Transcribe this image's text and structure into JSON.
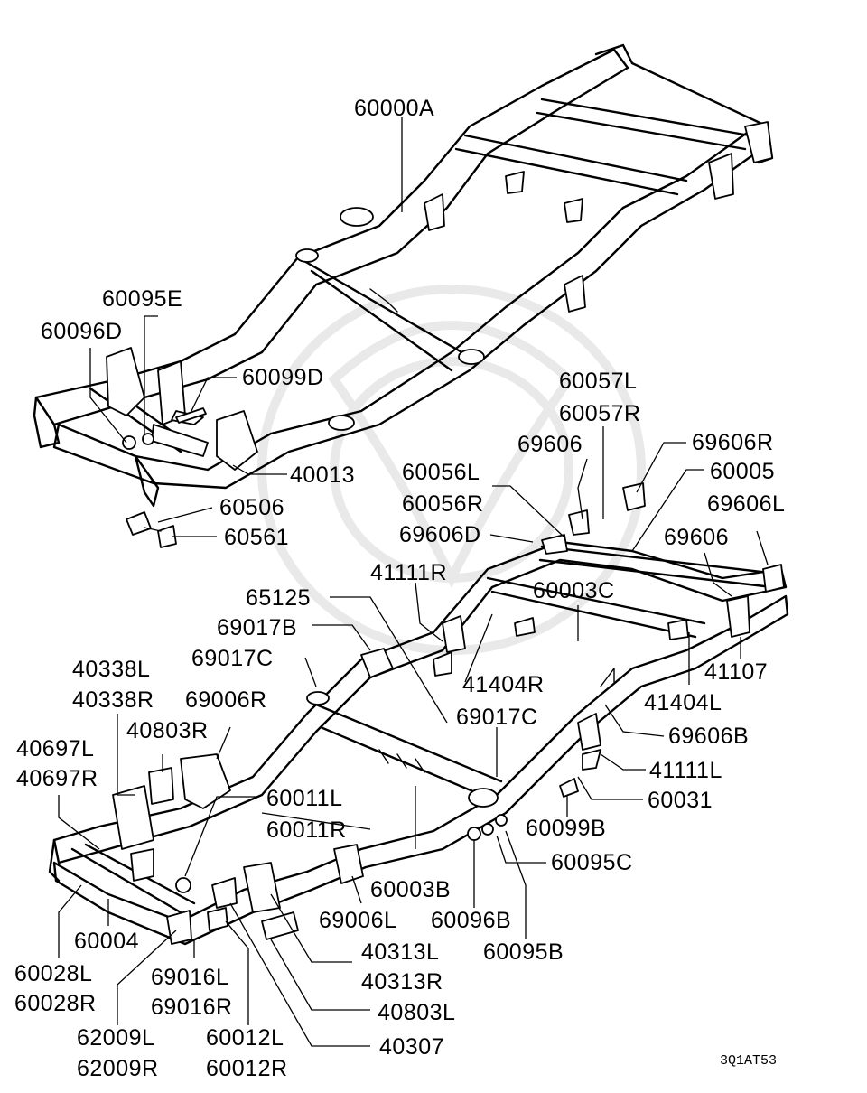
{
  "diagram_code": "3Q1AT53",
  "labels": {
    "p60000A": "60000A",
    "p60095E": "60095E",
    "p60096D": "60096D",
    "p60099D": "60099D",
    "p40013": "40013",
    "p60506": "60506",
    "p60561": "60561",
    "p60057L": "60057L",
    "p60057R": "60057R",
    "p69606a": "69606",
    "p69606R": "69606R",
    "p60005": "60005",
    "p60056L": "60056L",
    "p60056R": "60056R",
    "p69606L": "69606L",
    "p69606D": "69606D",
    "p69606b": "69606",
    "p41111R": "41111R",
    "p60003C": "60003C",
    "p65125": "65125",
    "p69017B": "69017B",
    "p41107": "41107",
    "p69017C": "69017C",
    "p41404R": "41404R",
    "p40338L": "40338L",
    "p41404L": "41404L",
    "p40338R": "40338R",
    "p69006R": "69006R",
    "p69017C2": "69017C",
    "p40803R": "40803R",
    "p69606B": "69606B",
    "p40697L": "40697L",
    "p41111L": "41111L",
    "p40697R": "40697R",
    "p60011L": "60011L",
    "p60031": "60031",
    "p60011R": "60011R",
    "p60099B": "60099B",
    "p60095C": "60095C",
    "p60003B": "60003B",
    "p60004": "60004",
    "p69006L": "69006L",
    "p60096B": "60096B",
    "p60028L": "60028L",
    "p40313L": "40313L",
    "p60095B": "60095B",
    "p69016L": "69016L",
    "p40313R": "40313R",
    "p60028R": "60028R",
    "p69016R": "69016R",
    "p40803L": "40803L",
    "p62009L": "62009L",
    "p60012L": "60012L",
    "p40307": "40307",
    "p62009R": "62009R",
    "p60012R": "60012R"
  }
}
